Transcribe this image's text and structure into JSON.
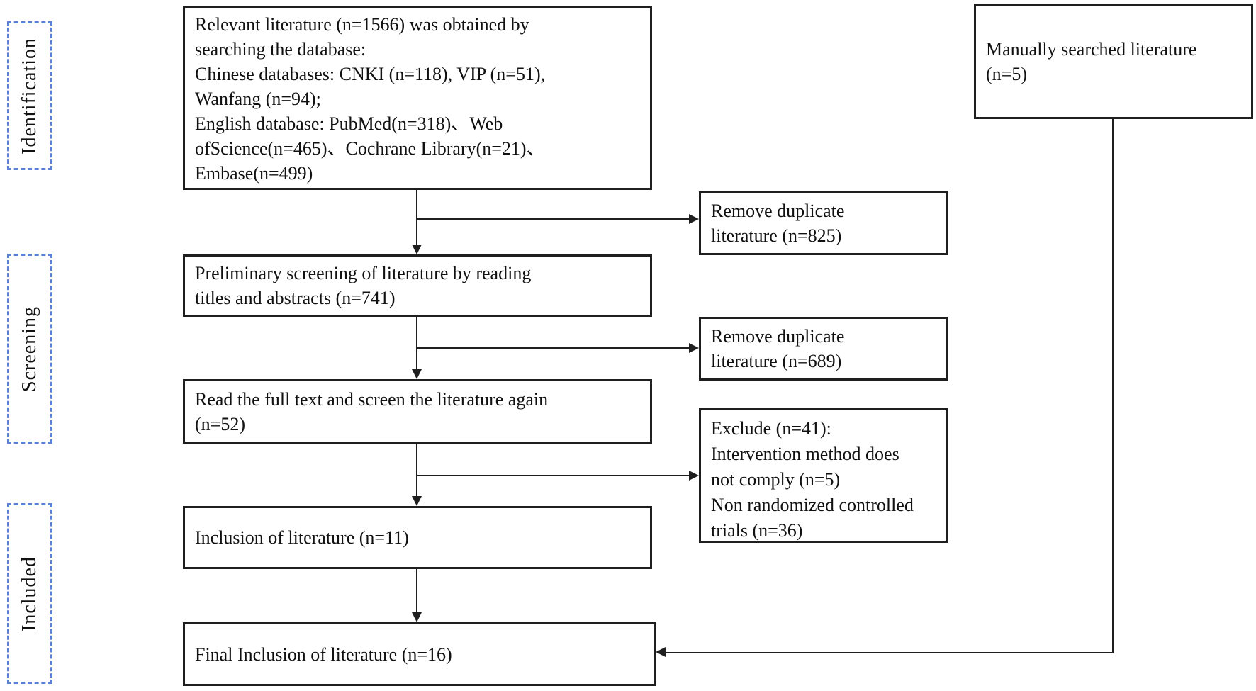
{
  "colors": {
    "stage_border": "#5b80d5",
    "box_border": "#1f1f1f",
    "text_color": "#111111",
    "background": "#ffffff"
  },
  "stages": [
    {
      "id": "identification",
      "label": "Identification"
    },
    {
      "id": "screening",
      "label": "Screening"
    },
    {
      "id": "included",
      "label": "Included"
    }
  ],
  "boxes": {
    "relevant_literature": "Relevant literature (n=1566) was obtained by\nsearching the database:\nChinese databases: CNKI (n=118), VIP (n=51),\nWanfang (n=94);\nEnglish database: PubMed(n=318)、Web\nofScience(n=465)、Cochrane Library(n=21)、\nEmbase(n=499)",
    "manually_searched": "Manually searched literature\n(n=5)",
    "remove_duplicate_825": "Remove duplicate\nliterature (n=825)",
    "preliminary_screening": "Preliminary screening of literature by reading\ntitles and abstracts (n=741)",
    "remove_duplicate_689": "Remove duplicate\nliterature (n=689)",
    "full_text_screen": "Read the full text and screen the literature again\n(n=52)",
    "exclude": "Exclude (n=41):\nIntervention method does\nnot comply (n=5)\nNon randomized controlled\ntrials (n=36)",
    "inclusion": "Inclusion of literature (n=11)",
    "final_inclusion": "Final Inclusion of literature (n=16)"
  }
}
